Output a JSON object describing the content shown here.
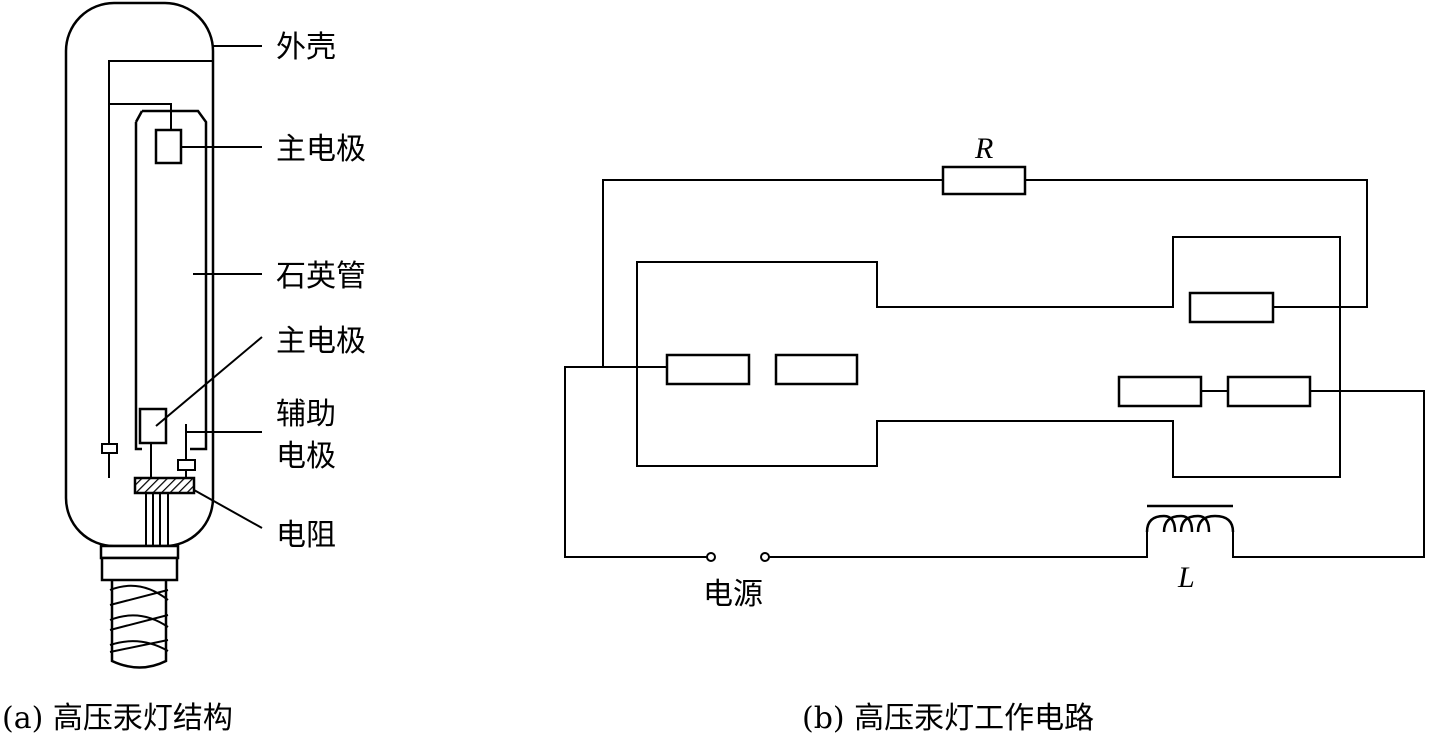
{
  "lamp": {
    "labels": {
      "outer_shell": "外壳",
      "main_electrode_top": "主电极",
      "quartz_tube": "石英管",
      "main_electrode_bottom": "主电极",
      "aux_electrode_line1": "辅助",
      "aux_electrode_line2": "电极",
      "resistor": "电阻"
    },
    "caption": "(a) 高压汞灯结构"
  },
  "circuit": {
    "labels": {
      "resistor": "R",
      "inductor": "L",
      "power_source": "电源"
    },
    "caption": "(b) 高压汞灯工作电路"
  }
}
